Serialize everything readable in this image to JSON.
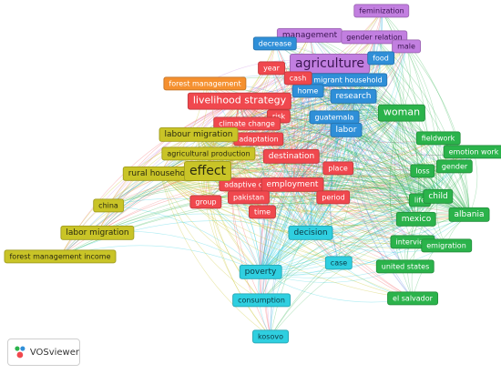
{
  "app": {
    "name": "VOSviewer"
  },
  "legend": {
    "logo_text": "VOSviewer"
  },
  "colors": {
    "red": "#f0484e",
    "green": "#2bb34b",
    "blue": "#2f8fd8",
    "olive": "#c9c427",
    "purple": "#c27fe0",
    "cyan": "#2fcfe0",
    "orange": "#f5902f"
  },
  "network": {
    "type": "keyword co-occurrence map",
    "nodes": [
      {
        "id": "feminization",
        "label": "feminization",
        "cluster": "purple",
        "weight": 1
      },
      {
        "id": "management",
        "label": "management",
        "cluster": "purple",
        "weight": 2
      },
      {
        "id": "gender-relation",
        "label": "gender relation",
        "cluster": "purple",
        "weight": 1
      },
      {
        "id": "male",
        "label": "male",
        "cluster": "purple",
        "weight": 1
      },
      {
        "id": "agriculture",
        "label": "agriculture",
        "cluster": "purple",
        "weight": 4
      },
      {
        "id": "decrease",
        "label": "decrease",
        "cluster": "blue",
        "weight": 1
      },
      {
        "id": "food",
        "label": "food",
        "cluster": "blue",
        "weight": 1
      },
      {
        "id": "migrant-household",
        "label": "migrant household",
        "cluster": "blue",
        "weight": 1
      },
      {
        "id": "home",
        "label": "home",
        "cluster": "blue",
        "weight": 1
      },
      {
        "id": "research",
        "label": "research",
        "cluster": "blue",
        "weight": 2
      },
      {
        "id": "guatemala",
        "label": "guatemala",
        "cluster": "blue",
        "weight": 1
      },
      {
        "id": "labor",
        "label": "labor",
        "cluster": "blue",
        "weight": 2
      },
      {
        "id": "year",
        "label": "year",
        "cluster": "red",
        "weight": 1
      },
      {
        "id": "cash",
        "label": "cash",
        "cluster": "red",
        "weight": 1
      },
      {
        "id": "livelihood-strategy",
        "label": "livelihood strategy",
        "cluster": "red",
        "weight": 3
      },
      {
        "id": "risk",
        "label": "risk",
        "cluster": "red",
        "weight": 1
      },
      {
        "id": "climate-change",
        "label": "climate change",
        "cluster": "red",
        "weight": 1
      },
      {
        "id": "adaptation",
        "label": "adaptation",
        "cluster": "red",
        "weight": 1
      },
      {
        "id": "destination",
        "label": "destination",
        "cluster": "red",
        "weight": 2
      },
      {
        "id": "place",
        "label": "place",
        "cluster": "red",
        "weight": 1
      },
      {
        "id": "adaptive-capacity",
        "label": "adaptive capaci",
        "cluster": "red",
        "weight": 1
      },
      {
        "id": "employment",
        "label": "employment",
        "cluster": "red",
        "weight": 2
      },
      {
        "id": "period",
        "label": "period",
        "cluster": "red",
        "weight": 1
      },
      {
        "id": "group",
        "label": "group",
        "cluster": "red",
        "weight": 1
      },
      {
        "id": "pakistan",
        "label": "pakistan",
        "cluster": "red",
        "weight": 1
      },
      {
        "id": "time",
        "label": "time",
        "cluster": "red",
        "weight": 1
      },
      {
        "id": "forest-management",
        "label": "forest management",
        "cluster": "orange",
        "weight": 1
      },
      {
        "id": "labour-migration",
        "label": "labour migration",
        "cluster": "olive",
        "weight": 2
      },
      {
        "id": "agricultural-production",
        "label": "agricultural production",
        "cluster": "olive",
        "weight": 1
      },
      {
        "id": "rural-household",
        "label": "rural household",
        "cluster": "olive",
        "weight": 2
      },
      {
        "id": "effect",
        "label": "effect",
        "cluster": "olive",
        "weight": 4
      },
      {
        "id": "china",
        "label": "china",
        "cluster": "olive",
        "weight": 1
      },
      {
        "id": "labor-migration",
        "label": "labor migration",
        "cluster": "olive",
        "weight": 2
      },
      {
        "id": "forest-management-income",
        "label": "forest management income",
        "cluster": "olive",
        "weight": 1
      },
      {
        "id": "woman",
        "label": "woman",
        "cluster": "green",
        "weight": 3
      },
      {
        "id": "fieldwork",
        "label": "fieldwork",
        "cluster": "green",
        "weight": 1
      },
      {
        "id": "emotion-work",
        "label": "emotion work",
        "cluster": "green",
        "weight": 1
      },
      {
        "id": "gender",
        "label": "gender",
        "cluster": "green",
        "weight": 1
      },
      {
        "id": "loss",
        "label": "loss",
        "cluster": "green",
        "weight": 1
      },
      {
        "id": "life",
        "label": "life",
        "cluster": "green",
        "weight": 1
      },
      {
        "id": "child",
        "label": "child",
        "cluster": "green",
        "weight": 2
      },
      {
        "id": "albania",
        "label": "albania",
        "cluster": "green",
        "weight": 2
      },
      {
        "id": "mexico",
        "label": "mexico",
        "cluster": "green",
        "weight": 2
      },
      {
        "id": "interview",
        "label": "interview",
        "cluster": "green",
        "weight": 1
      },
      {
        "id": "emigration",
        "label": "emigration",
        "cluster": "green",
        "weight": 1
      },
      {
        "id": "united-states",
        "label": "united states",
        "cluster": "green",
        "weight": 1
      },
      {
        "id": "el-salvador",
        "label": "el salvador",
        "cluster": "green",
        "weight": 1
      },
      {
        "id": "decision",
        "label": "decision",
        "cluster": "cyan",
        "weight": 2
      },
      {
        "id": "case",
        "label": "case",
        "cluster": "cyan",
        "weight": 1
      },
      {
        "id": "poverty",
        "label": "poverty",
        "cluster": "cyan",
        "weight": 2
      },
      {
        "id": "consumption",
        "label": "consumption",
        "cluster": "cyan",
        "weight": 1
      },
      {
        "id": "kosovo",
        "label": "kosovo",
        "cluster": "cyan",
        "weight": 1
      }
    ]
  }
}
